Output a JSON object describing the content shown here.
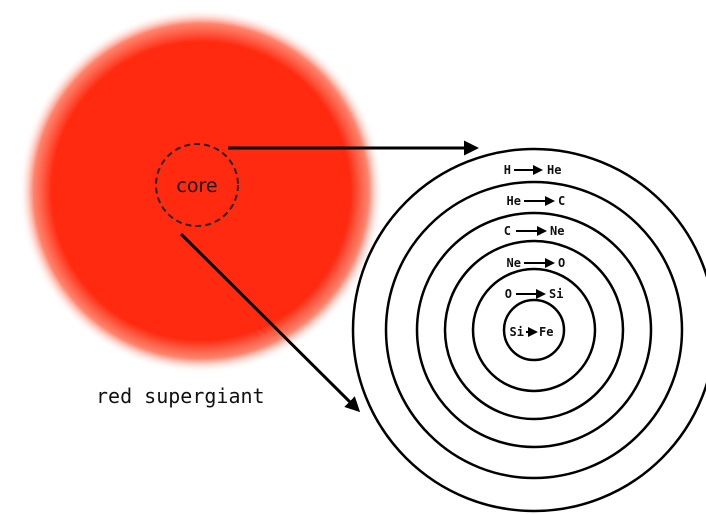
{
  "star": {
    "label": "red supergiant",
    "color": "#ff2a10",
    "core_label": "core"
  },
  "shells": [
    {
      "from": "H",
      "to": "He"
    },
    {
      "from": "He",
      "to": "C"
    },
    {
      "from": "C",
      "to": "Ne"
    },
    {
      "from": "Ne",
      "to": "O"
    },
    {
      "from": "O",
      "to": "Si"
    },
    {
      "from": "Si",
      "to": "Fe"
    }
  ]
}
